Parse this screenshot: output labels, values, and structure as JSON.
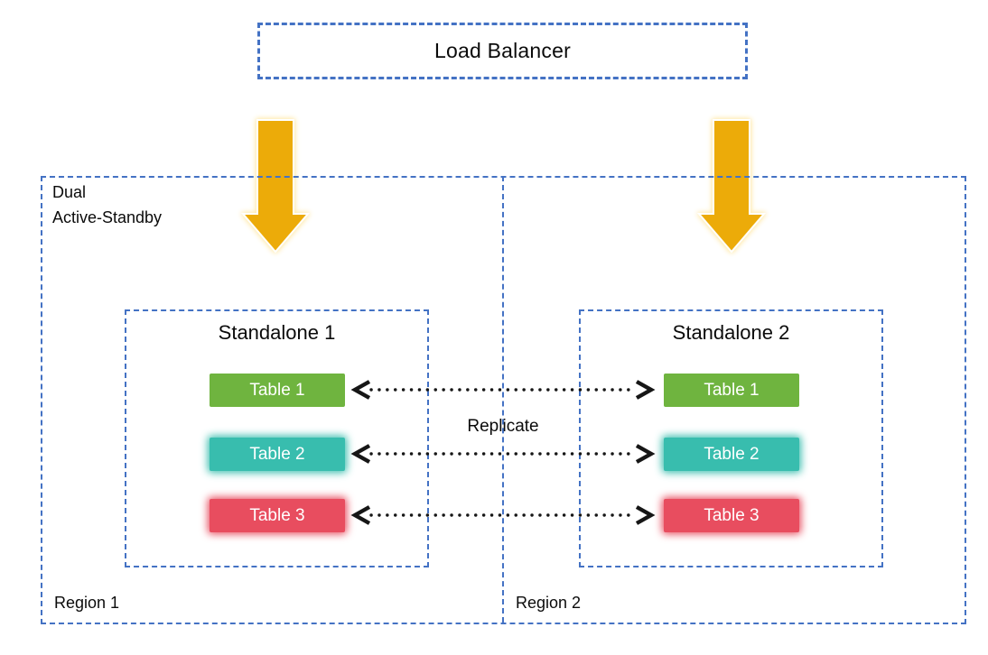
{
  "load_balancer": {
    "label": "Load Balancer"
  },
  "group": {
    "line1": "Dual",
    "line2": "Active-Standby"
  },
  "regions": [
    {
      "label": "Region 1",
      "standalone": {
        "title": "Standalone 1"
      }
    },
    {
      "label": "Region 2",
      "standalone": {
        "title": "Standalone 2"
      }
    }
  ],
  "tables": [
    {
      "label": "Table 1",
      "color": "#6fb43f"
    },
    {
      "label": "Table 2",
      "color": "#38bdae"
    },
    {
      "label": "Table 3",
      "color": "#e84d5f"
    }
  ],
  "connectors": {
    "replicate_label": "Replicate"
  },
  "colors": {
    "border_blue": "#4472c4",
    "arrow_gold": "#ecab09",
    "connector_black": "#161616",
    "table_text": "#ffffff"
  }
}
